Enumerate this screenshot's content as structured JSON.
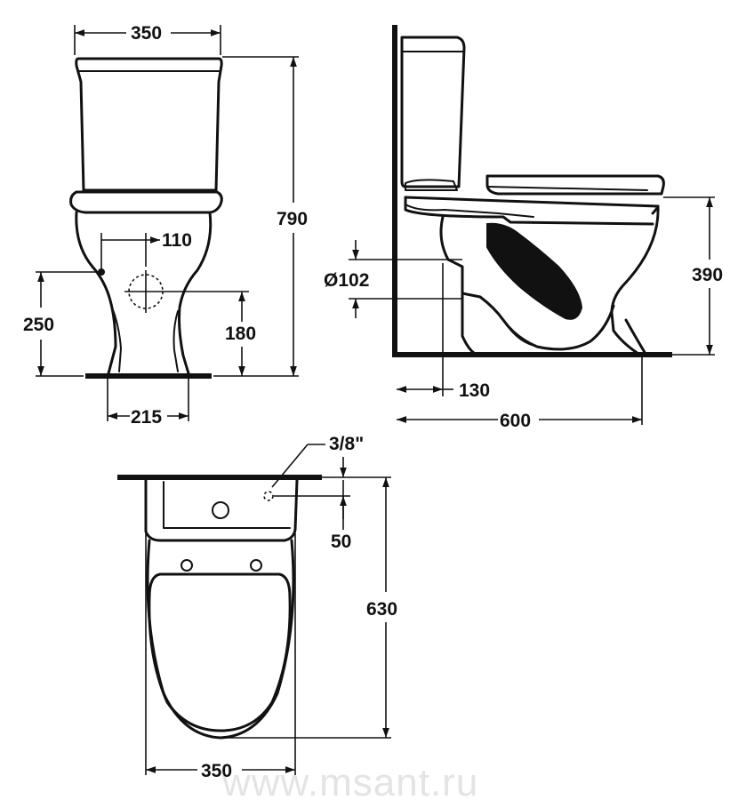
{
  "front_view": {
    "width_top": "350",
    "height_total": "790",
    "offset_110": "110",
    "height_250": "250",
    "height_180": "180",
    "base_width": "215"
  },
  "side_view": {
    "outlet_diameter": "Ø102",
    "height_390": "390",
    "offset_130": "130",
    "depth_600": "600"
  },
  "top_view": {
    "inlet_size": "3/8\"",
    "offset_50": "50",
    "depth_630": "630",
    "width_350": "350"
  },
  "watermark": "www.msant.ru"
}
